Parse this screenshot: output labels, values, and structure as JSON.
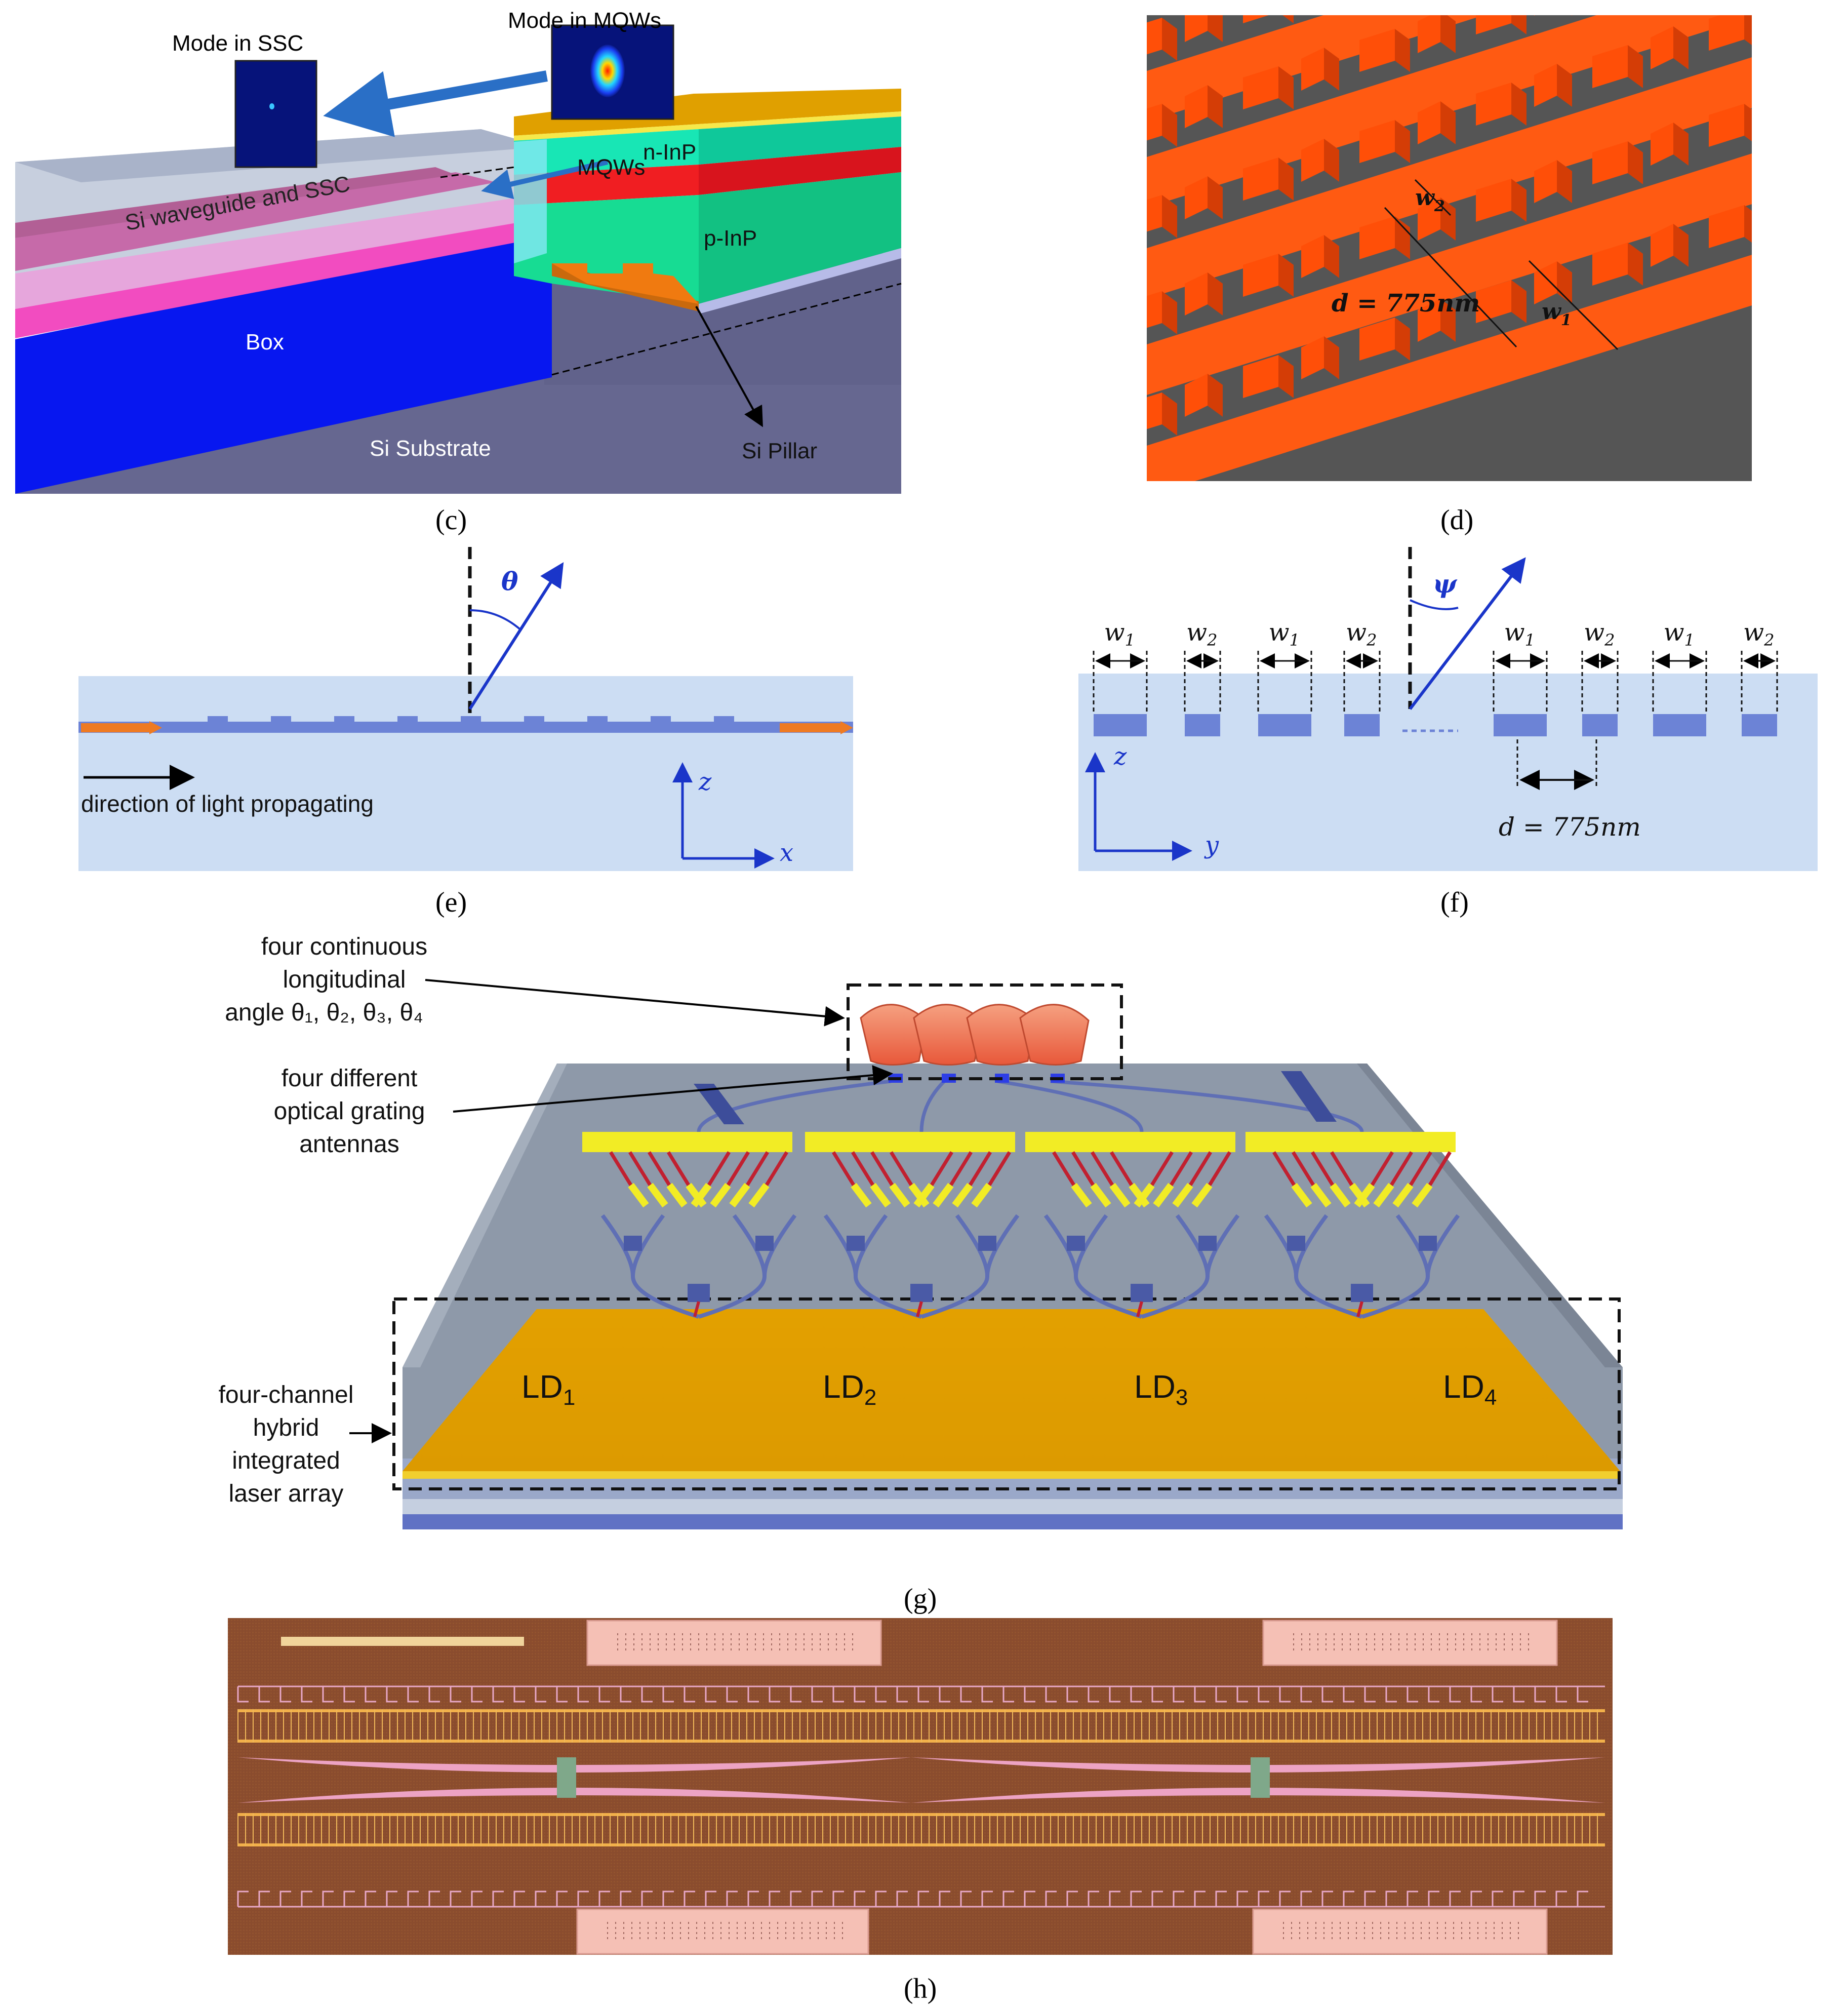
{
  "panel_c": {
    "caption": "(c)",
    "mode_in_ssc": "Mode in SSC",
    "mode_in_mqws": "Mode in MQWs",
    "mqws": "MQWs",
    "n_inp": "n-InP",
    "p_inp": "p-InP",
    "si_waveguide": "Si waveguide and SSC",
    "box": "Box",
    "si_substrate": "Si Substrate",
    "si_pillar": "Si Pillar"
  },
  "panel_d": {
    "caption": "(d)",
    "w2": "w",
    "w2_sub": "2",
    "w1": "w",
    "w1_sub": "1",
    "d_label": "d = 775nm"
  },
  "panel_e": {
    "caption": "(e)",
    "theta": "θ",
    "direction": "direction of light propagating",
    "axis_z": "z",
    "axis_x": "x"
  },
  "panel_f": {
    "caption": "(f)",
    "psi": "ψ",
    "w_labels": [
      {
        "w": "w",
        "sub": "1"
      },
      {
        "w": "w",
        "sub": "2"
      },
      {
        "w": "w",
        "sub": "1"
      },
      {
        "w": "w",
        "sub": "2"
      },
      {
        "w": "w",
        "sub": "1"
      },
      {
        "w": "w",
        "sub": "2"
      },
      {
        "w": "w",
        "sub": "1"
      },
      {
        "w": "w",
        "sub": "2"
      }
    ],
    "axis_z": "z",
    "axis_y": "y",
    "d_label": "d = 775nm"
  },
  "panel_g": {
    "caption": "(g)",
    "angle_line1": "four continuous",
    "angle_line2": "longitudinal",
    "angle_line3": "angle θ₁, θ₂, θ₃, θ₄",
    "grating_line1": "four different",
    "grating_line2": "optical grating",
    "grating_line3": "antennas",
    "laser_line1": "four-channel",
    "laser_line2": "hybrid",
    "laser_line3": "integrated",
    "laser_line4": "laser array",
    "ld_labels": [
      {
        "base": "LD",
        "sub": "1"
      },
      {
        "base": "LD",
        "sub": "2"
      },
      {
        "base": "LD",
        "sub": "3"
      },
      {
        "base": "LD",
        "sub": "4"
      }
    ]
  },
  "panel_h": {
    "caption": "(h)"
  },
  "colors": {
    "box_blue": "#0a1ee6",
    "substrate": "#65668f",
    "n_inp": "#18e3b0",
    "p_inp": "#17da8f",
    "mqw_red": "#f51420",
    "gold": "#e2a300",
    "orange_grating": "#ff5a12",
    "cladding": "#ccddf3",
    "waveguide": "#6f86d8",
    "chip_bg": "#8d4d2f"
  }
}
